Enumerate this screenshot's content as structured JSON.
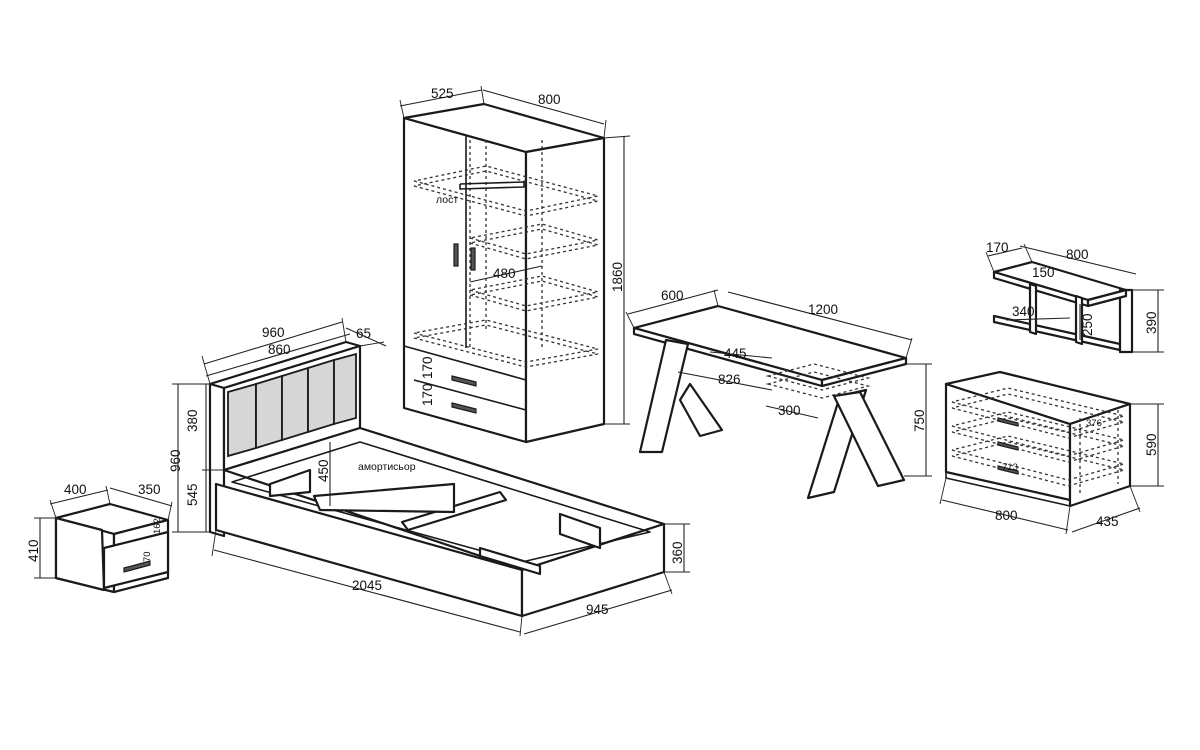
{
  "labels": {
    "rod": "лост",
    "shock_absorber": "амортисьор"
  },
  "wardrobe": {
    "depth": "525",
    "width": "800",
    "height": "1860",
    "shelf_depth": "480",
    "drawer_1": "170",
    "drawer_2": "170"
  },
  "desk": {
    "depth": "600",
    "width": "1200",
    "height": "750",
    "inner_1": "445",
    "inner_2": "826",
    "drawer_width": "300"
  },
  "wall_shelf": {
    "depth": "170",
    "width": "800",
    "top_depth": "150",
    "height": "390",
    "inner_width": "340",
    "inner_height": "250"
  },
  "dresser": {
    "width": "800",
    "depth": "435",
    "height": "590",
    "drawer_depth": "376",
    "drawer_width": "713"
  },
  "bed": {
    "headboard_width": "960",
    "headboard_inner": "860",
    "headboard_thickness": "65",
    "headboard_panel": "380",
    "total_height": "960",
    "frame_height": "545",
    "storage_height": "450",
    "base_height": "360",
    "length": "2045",
    "width": "945"
  },
  "nightstand": {
    "width": "400",
    "depth": "350",
    "height": "410",
    "inner_1": "162",
    "inner_2": "70"
  }
}
